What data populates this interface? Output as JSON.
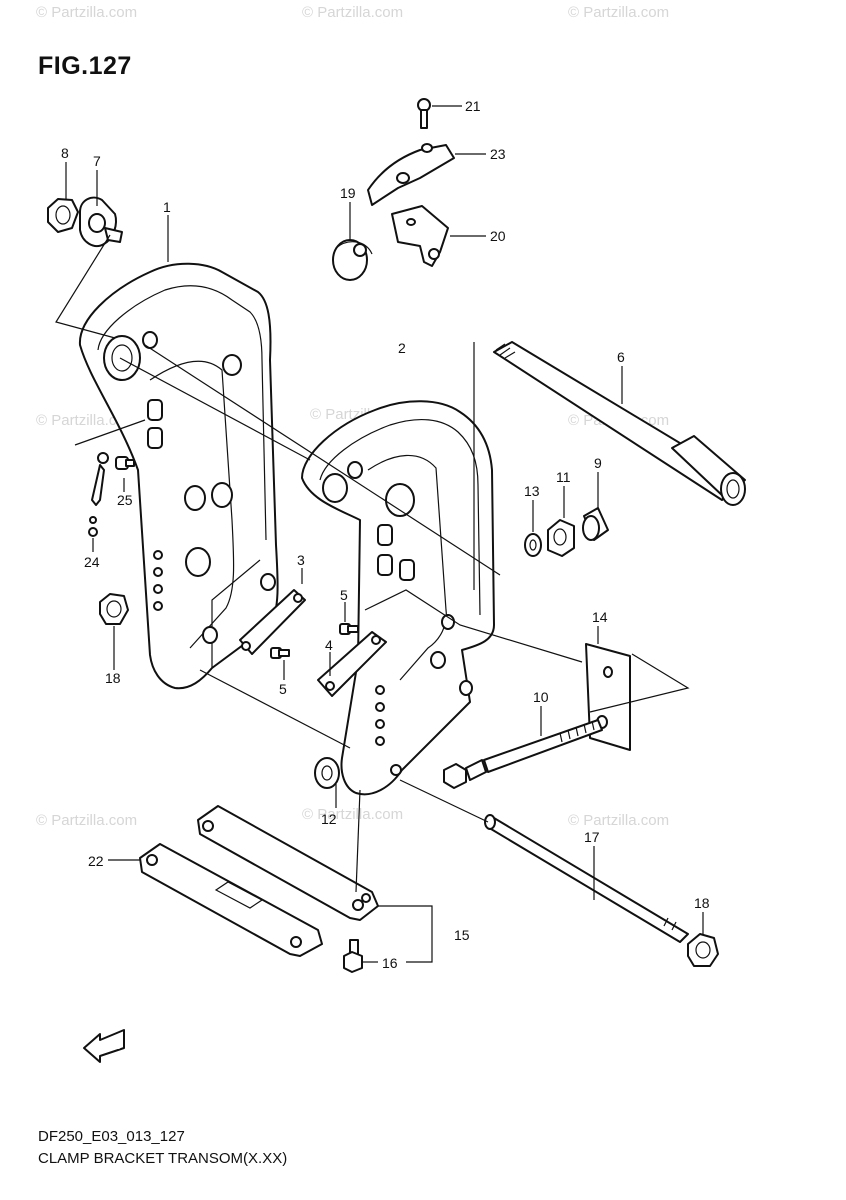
{
  "figure": {
    "title": "FIG.127",
    "model_code": "DF250_E03_013_127",
    "caption": "CLAMP BRACKET TRANSOM(X.XX)",
    "watermark": "© Partzilla.com",
    "fwd_arrow_label": "FWD"
  },
  "callouts": [
    "1",
    "2",
    "3",
    "4",
    "5",
    "5",
    "6",
    "7",
    "8",
    "9",
    "10",
    "11",
    "12",
    "13",
    "14",
    "15",
    "16",
    "17",
    "18",
    "18",
    "19",
    "20",
    "21",
    "22",
    "23",
    "24",
    "25"
  ],
  "colors": {
    "line": "#111111",
    "background": "#ffffff",
    "watermark": "#d6d6d6"
  }
}
